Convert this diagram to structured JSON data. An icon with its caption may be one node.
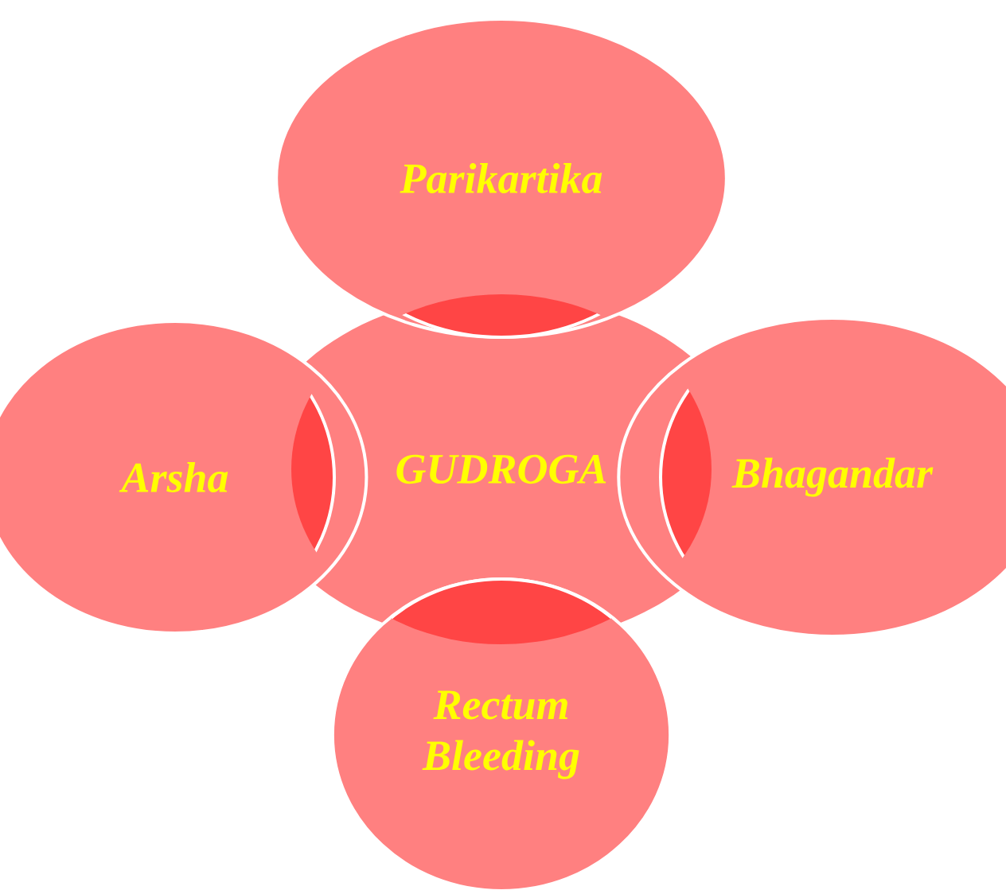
{
  "diagram": {
    "nodes": [
      {
        "text": [
          "Parikartika"
        ]
      },
      {
        "text": [
          "Arsha"
        ]
      },
      {
        "text": [
          "GUDROGA"
        ]
      },
      {
        "text": [
          "Bhagandar"
        ]
      },
      {
        "text": [
          "Rectum Bleeding"
        ]
      }
    ]
  }
}
